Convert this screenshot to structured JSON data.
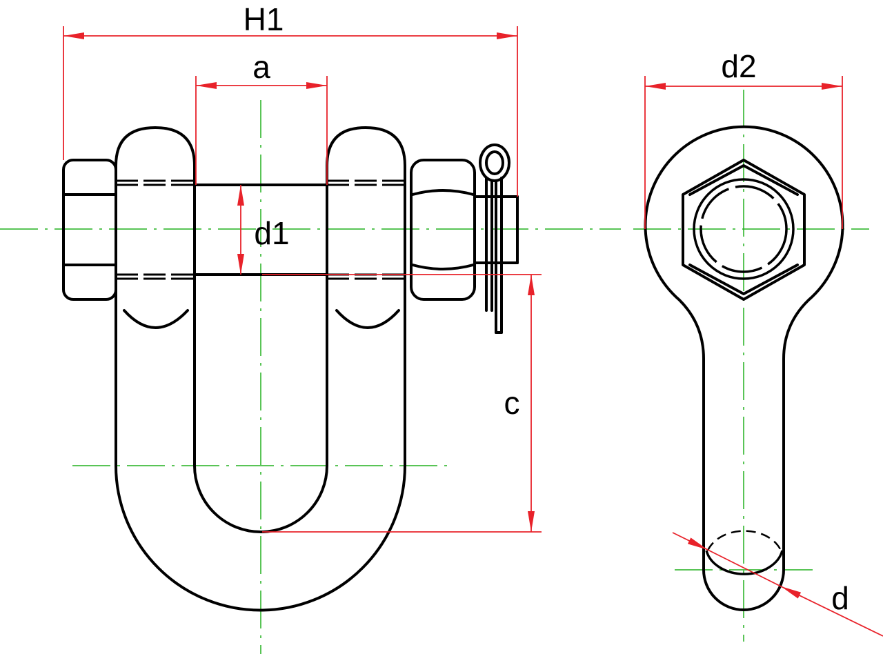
{
  "labels": {
    "h1": "H1",
    "a": "a",
    "d1": "d1",
    "c": "c",
    "d2": "d2",
    "d": "d"
  },
  "colors": {
    "outline": "#000000",
    "dimension": "#e8222a",
    "centerline": "#22b01e",
    "background": "#ffffff"
  }
}
